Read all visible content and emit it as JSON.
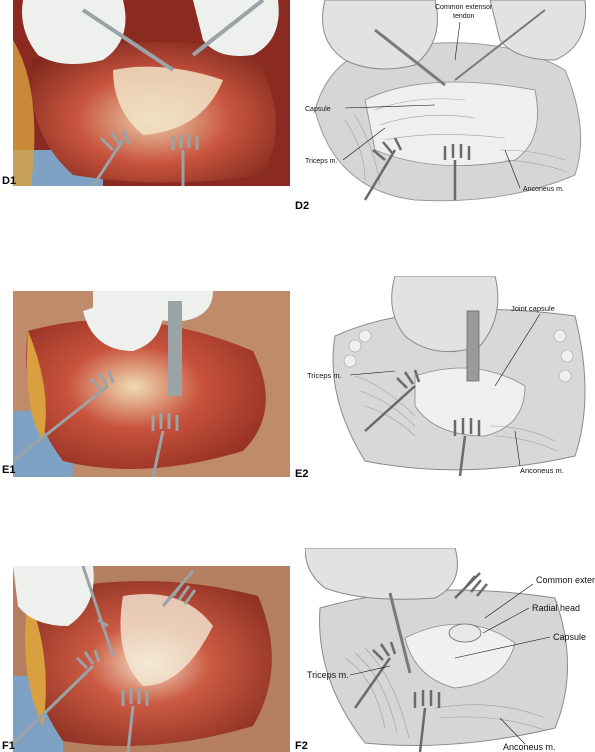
{
  "panels": {
    "d1": {
      "tag": "D1"
    },
    "d2": {
      "tag": "D2",
      "labels": {
        "extensor": [
          "Common extensor",
          "tendon"
        ],
        "capsule": "Capsule",
        "triceps": "Triceps m.",
        "anconeus": "Anconeus m."
      }
    },
    "e1": {
      "tag": "E1"
    },
    "e2": {
      "tag": "E2",
      "labels": {
        "joint_capsule": "Joint capsule",
        "triceps": "Triceps m.",
        "anconeus": "Anconeus m."
      }
    },
    "f1": {
      "tag": "F1"
    },
    "f2": {
      "tag": "F2",
      "labels": {
        "common_extensors": "Common extensors",
        "radial_head": "Radial head",
        "capsule": "Capsule",
        "triceps": "Triceps m.",
        "anconeus": "Anconeus m."
      }
    }
  },
  "colors": {
    "tissue_red": "#b8362b",
    "tissue_dark": "#6e1f17",
    "fat_yellow": "#d9a040",
    "glove_white": "#eef0ee",
    "drape_blue": "#7fa2c4",
    "instrument": "#9aa3a6",
    "illustration_gray": "#bfbfbf"
  }
}
